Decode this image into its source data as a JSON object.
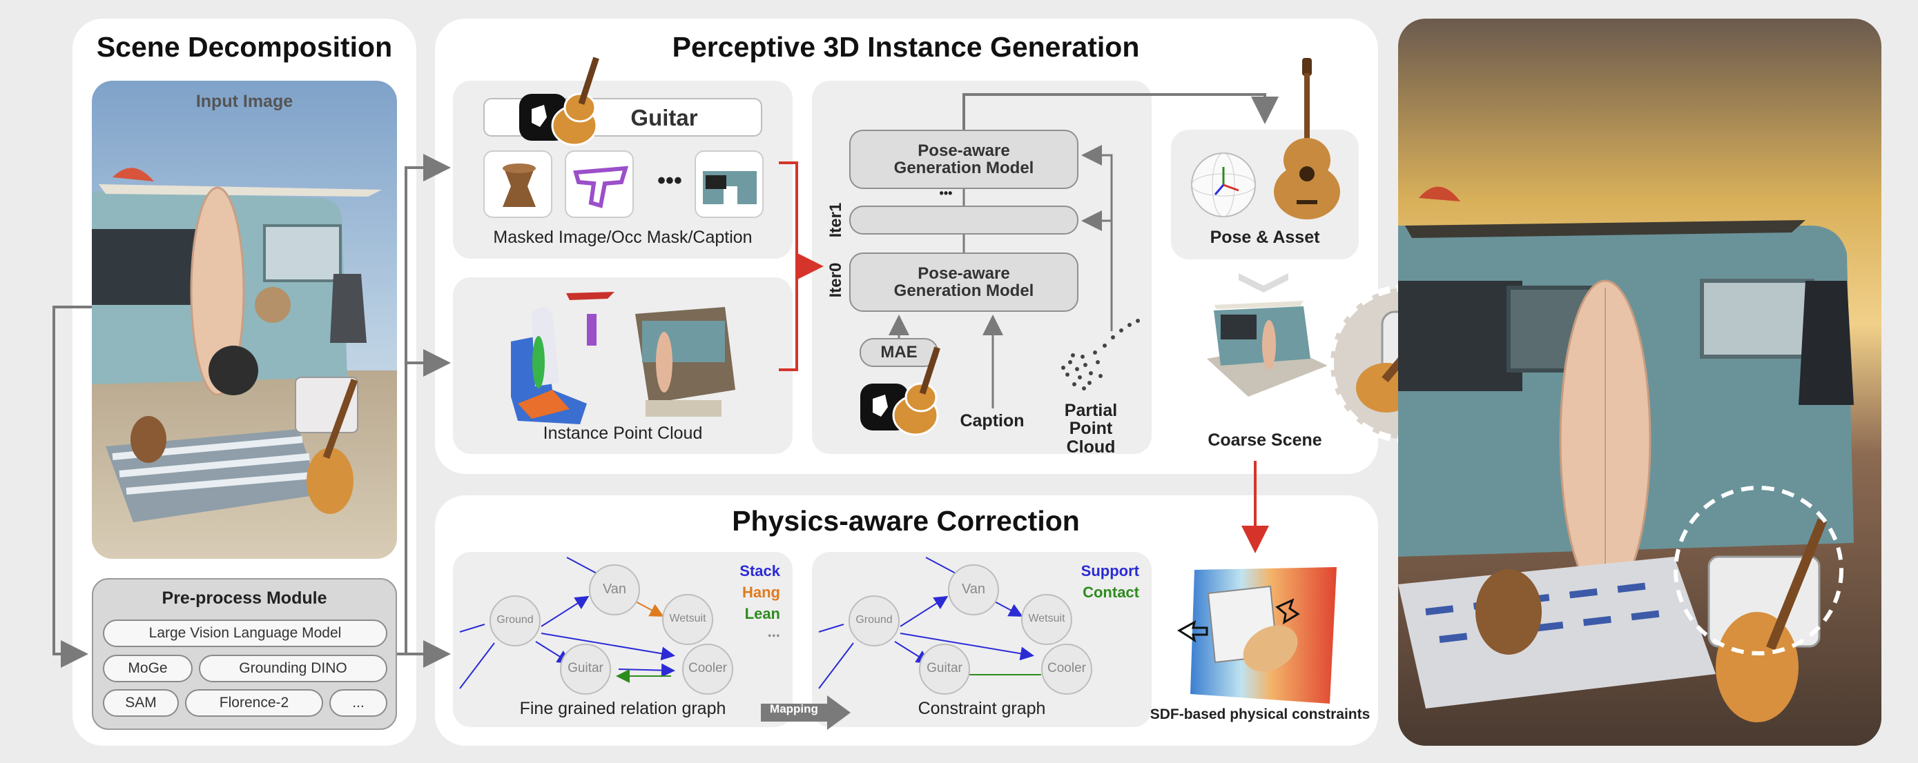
{
  "scene_decomposition": {
    "title": "Scene Decomposition",
    "input_image_label": "Input Image",
    "preprocess": {
      "title": "Pre-process Module",
      "items": [
        "Large Vision Language Model",
        "MoGe",
        "Grounding DINO",
        "SAM",
        "Florence-2",
        "..."
      ]
    }
  },
  "instance_generation": {
    "title": "Perceptive 3D Instance Generation",
    "guitar_caption": "Guitar",
    "ellipsis": "•••",
    "masked_label": "Masked Image/Occ Mask/Caption",
    "instance_pc_label": "Instance Point Cloud",
    "gen_model_label": "Pose-aware Generation Model",
    "gen_dots": "•••",
    "iter1": "Iter1",
    "iter0": "Iter0",
    "mae": "MAE",
    "caption": "Caption",
    "partial_pc": "Partial Point Cloud",
    "pose_asset": "Pose & Asset",
    "coarse_scene": "Coarse Scene"
  },
  "physics": {
    "title": "Physics-aware Correction",
    "fine_graph_label": "Fine grained relation graph",
    "constraint_graph_label": "Constraint graph",
    "mapping": "Mapping",
    "sdf_label": "SDF-based physical constraints",
    "nodes": {
      "van": "Van",
      "ground": "Ground",
      "wetsuit": "Wetsuit",
      "guitar": "Guitar",
      "cooler": "Cooler"
    },
    "fine_legend": [
      {
        "text": "Stack",
        "color": "#2b2bd6"
      },
      {
        "text": "Hang",
        "color": "#e07a1f"
      },
      {
        "text": "Lean",
        "color": "#2e8b1e"
      },
      {
        "text": "...",
        "color": "#888888"
      }
    ],
    "constraint_legend": [
      {
        "text": "Support",
        "color": "#2b2bd6"
      },
      {
        "text": "Contact",
        "color": "#2e8b1e"
      }
    ]
  },
  "colors": {
    "accent_red": "#d6342a",
    "arrow_gray": "#7a7a7a",
    "stack_blue": "#2b2bd6",
    "hang_orange": "#e07a1f",
    "lean_green": "#2e8b1e"
  }
}
